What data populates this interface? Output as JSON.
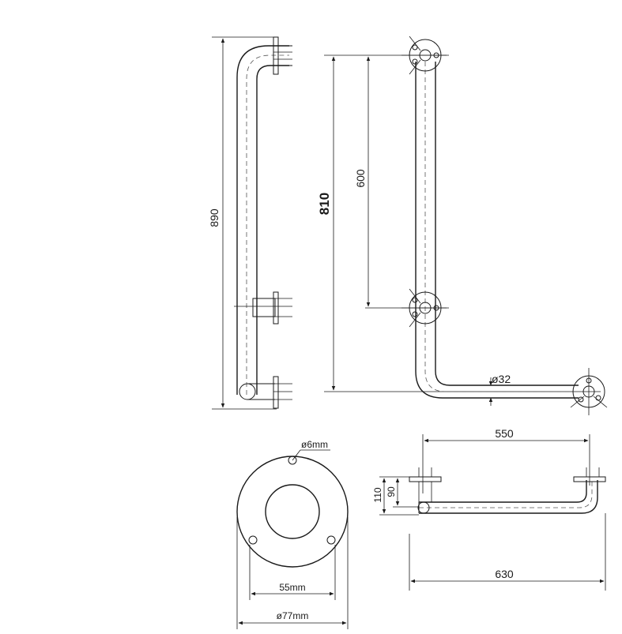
{
  "side_view": {
    "height_label": "890"
  },
  "front_view": {
    "total_height_label": "810",
    "mid_height_label": "600",
    "tube_diameter_label": "ø32"
  },
  "flange_view": {
    "screw_hole_label": "ø6mm",
    "hole_spacing_label": "55mm",
    "outer_diameter_label": "ø77mm"
  },
  "top_view": {
    "inner_length_label": "550",
    "outer_length_label": "630",
    "depth_outer_label": "110",
    "depth_inner_label": "90"
  }
}
